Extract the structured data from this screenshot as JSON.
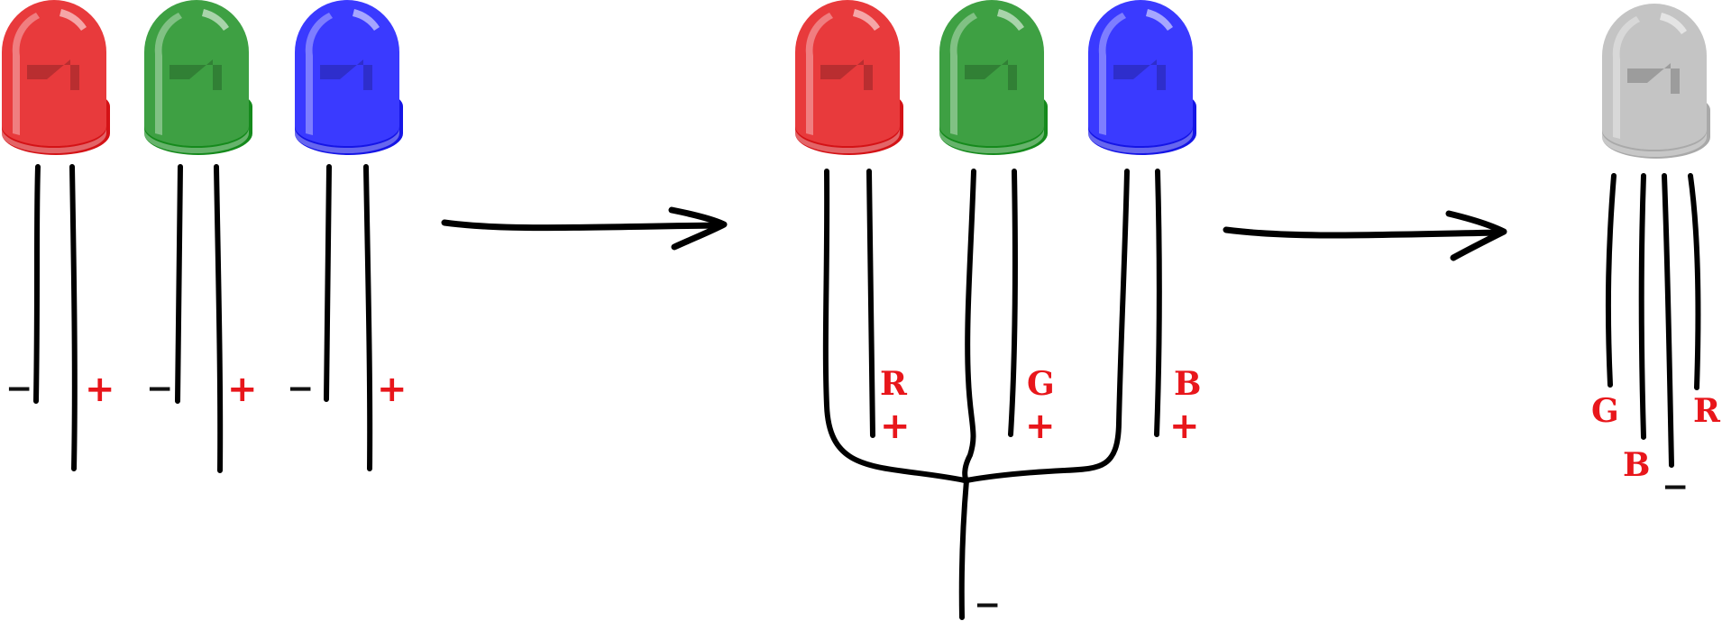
{
  "labels": {
    "minus": "−",
    "plus": "+",
    "r": "R",
    "g": "G",
    "b": "B"
  },
  "colors": {
    "red": "#e83a3c",
    "red_dark": "#d41216",
    "green": "#3ea043",
    "green_dark": "#158a1c",
    "blue": "#3a3aff",
    "blue_dark": "#1515e6",
    "gray": "#c4c4c4",
    "gray_dark": "#a9a9a9",
    "label_red": "#e8161b"
  },
  "icons": [
    "red-led-icon",
    "green-led-icon",
    "blue-led-icon",
    "rgb-led-icon",
    "arrow-right-icon"
  ]
}
